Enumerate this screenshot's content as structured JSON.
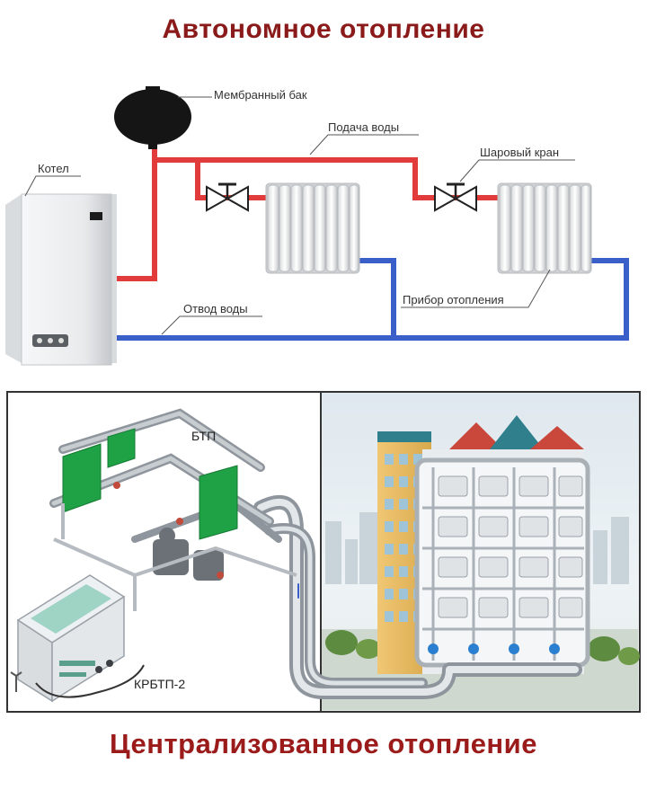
{
  "titles": {
    "top": "Автономное отопление",
    "bottom": "Централизованное отопление"
  },
  "autonomous": {
    "labels": {
      "tank": "Мембранный бак",
      "supply": "Подача воды",
      "ball_valve": "Шаровый кран",
      "boiler": "Котел",
      "return": "Отвод воды",
      "radiator": "Прибор отопления"
    }
  },
  "central": {
    "labels": {
      "btp": "БТП",
      "krbtp": "КРБТП-2"
    }
  },
  "colors": {
    "supply_pipe": "#e23b3b",
    "return_pipe": "#3a5fc8",
    "title": "#8b1a1a"
  }
}
